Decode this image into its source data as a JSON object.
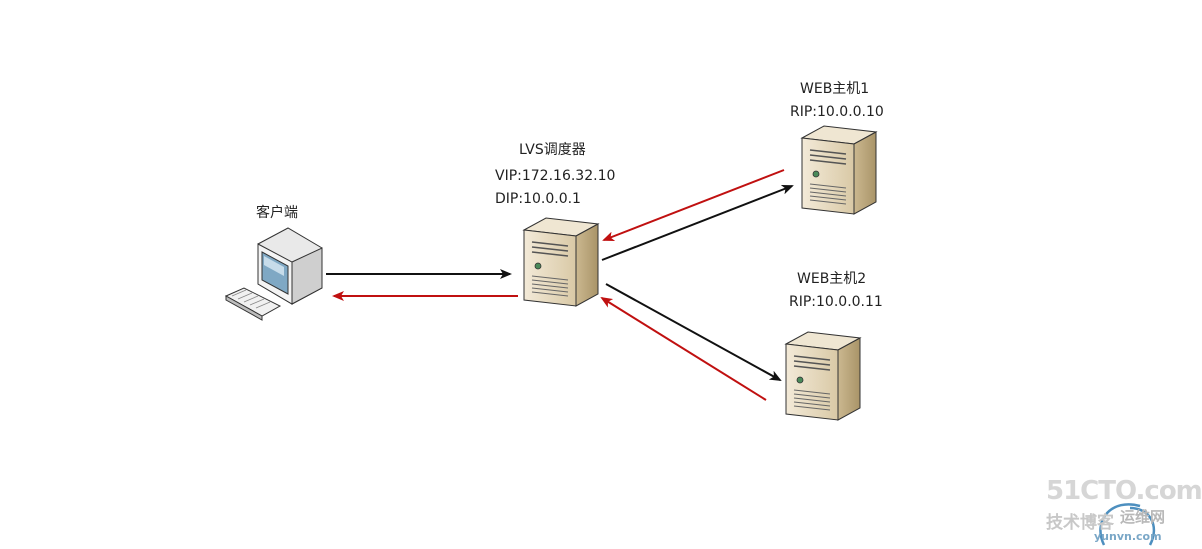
{
  "client": {
    "label": "客户端"
  },
  "lvs": {
    "title": "LVS调度器",
    "vip": "VIP:172.16.32.10",
    "dip": "DIP:10.0.0.1"
  },
  "web1": {
    "title": "WEB主机1",
    "rip": "RIP:10.0.0.10"
  },
  "web2": {
    "title": "WEB主机2",
    "rip": "RIP:10.0.0.11"
  },
  "watermark": {
    "main": "51CTO.com",
    "sub": "技术博客",
    "sub2": "运维网",
    "url": "yunvn.com"
  },
  "colors": {
    "request_arrow": "#111111",
    "response_arrow": "#c01010",
    "server_body": "#e8dcc4"
  }
}
